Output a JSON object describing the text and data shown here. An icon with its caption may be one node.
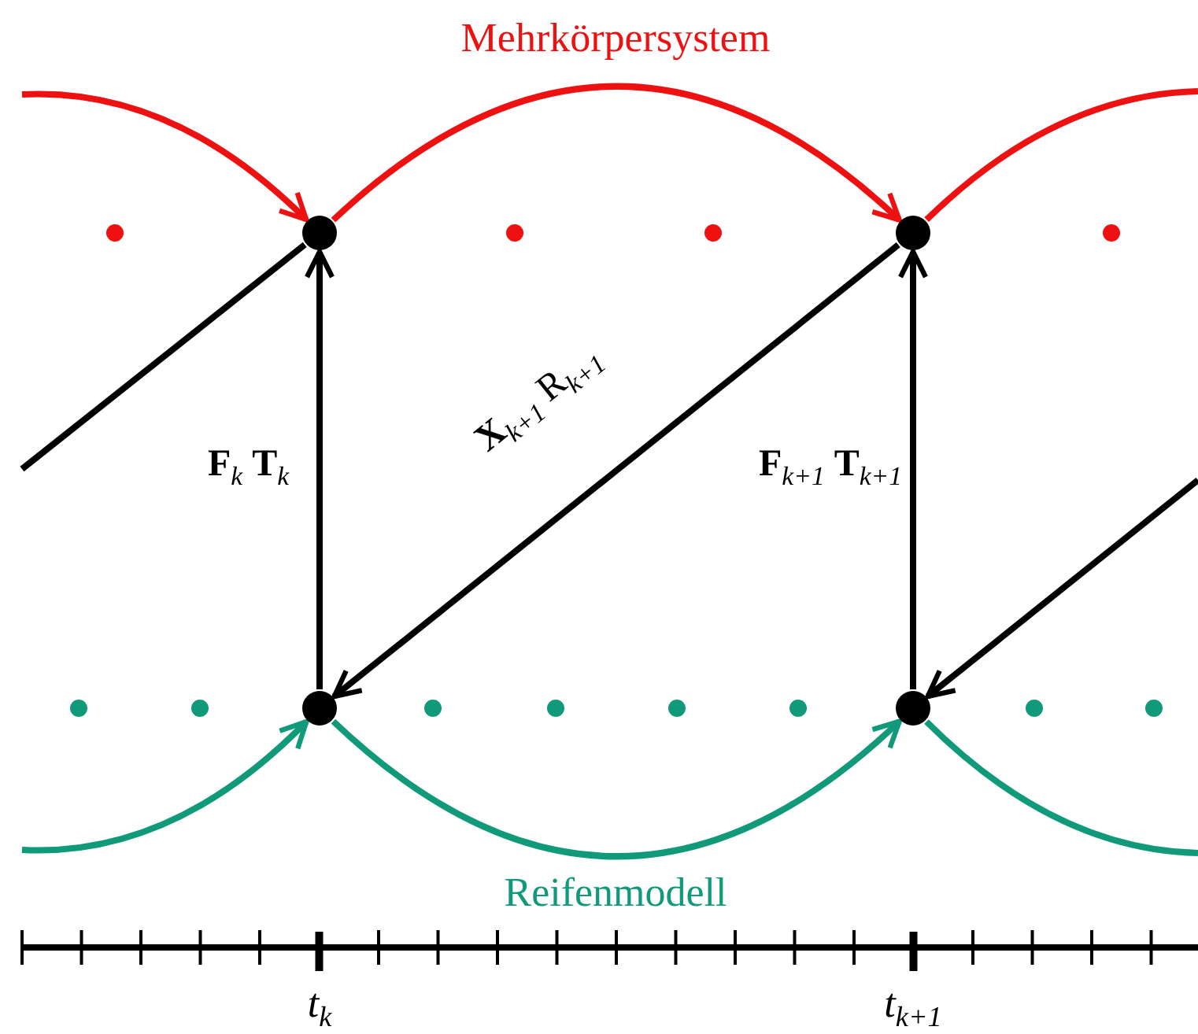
{
  "diagram": {
    "nodes": [
      {
        "text": [],
        "shape": "circle"
      },
      {
        "text": [],
        "shape": "circle"
      },
      {
        "text": [],
        "shape": "circle"
      },
      {
        "text": [],
        "shape": "circle"
      }
    ],
    "edges": [
      {
        "from": null,
        "to": 0,
        "arrow": "to",
        "color": "#ee1111"
      },
      {
        "from": 0,
        "to": 1,
        "arrow": "to",
        "color": "#ee1111"
      },
      {
        "from": 1,
        "to": null,
        "arrow": "none",
        "color": "#ee1111"
      },
      {
        "from": 2,
        "to": 0,
        "arrow": "to",
        "label": "**F**$_{k}$ **T**$_{k}$"
      },
      {
        "from": 0,
        "to": null,
        "arrow": "none"
      },
      {
        "from": 1,
        "to": 2,
        "arrow": "to",
        "label": "**X**$_{k+1}$ R$_{k+1}$"
      },
      {
        "from": 3,
        "to": 1,
        "arrow": "to",
        "label": "**F**$_{k+1}$ **T**$_{k+1}$"
      },
      {
        "from": null,
        "to": 3,
        "arrow": "to"
      },
      {
        "from": null,
        "to": 2,
        "arrow": "to",
        "color": "#119a7a"
      },
      {
        "from": 2,
        "to": 3,
        "arrow": "to",
        "color": "#119a7a"
      },
      {
        "from": 3,
        "to": null,
        "arrow": "none",
        "color": "#119a7a"
      }
    ],
    "labels": [
      "Mehrkörpersystem",
      "Reifenmodell",
      "t$_{k}$",
      "t$_{k+1}$"
    ]
  }
}
